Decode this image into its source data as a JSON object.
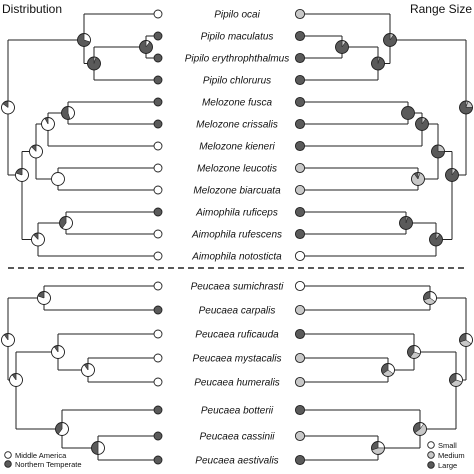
{
  "headers": {
    "left": "Distribution",
    "right": "Range Size"
  },
  "colors": {
    "white": "#ffffff",
    "light_gray": "#c8c8c8",
    "dark_gray": "#5a5a5a",
    "line": "#222222"
  },
  "species": [
    {
      "name": "Pipilo ocai",
      "distribution": "Middle America",
      "range": "Medium"
    },
    {
      "name": "Pipilo maculatus",
      "distribution": "Northern Temperate",
      "range": "Large"
    },
    {
      "name": "Pipilo erythrophthalmus",
      "distribution": "Northern Temperate",
      "range": "Large"
    },
    {
      "name": "Pipilo chlorurus",
      "distribution": "Northern Temperate",
      "range": "Large"
    },
    {
      "name": "Melozone fusca",
      "distribution": "Northern Temperate",
      "range": "Large"
    },
    {
      "name": "Melozone crissalis",
      "distribution": "Northern Temperate",
      "range": "Large"
    },
    {
      "name": "Melozone kieneri",
      "distribution": "Middle America",
      "range": "Large"
    },
    {
      "name": "Melozone leucotis",
      "distribution": "Middle America",
      "range": "Medium"
    },
    {
      "name": "Melozone biarcuata",
      "distribution": "Middle America",
      "range": "Medium"
    },
    {
      "name": "Aimophila ruficeps",
      "distribution": "Northern Temperate",
      "range": "Large"
    },
    {
      "name": "Aimophila rufescens",
      "distribution": "Middle America",
      "range": "Large"
    },
    {
      "name": "Aimophila notosticta",
      "distribution": "Middle America",
      "range": "Small"
    },
    {
      "name": "Peucaea sumichrasti",
      "distribution": "Middle America",
      "range": "Small"
    },
    {
      "name": "Peucaea carpalis",
      "distribution": "Northern Temperate",
      "range": "Medium"
    },
    {
      "name": "Peucaea ruficauda",
      "distribution": "Middle America",
      "range": "Large"
    },
    {
      "name": "Peucaea mystacalis",
      "distribution": "Middle America",
      "range": "Medium"
    },
    {
      "name": "Peucaea humeralis",
      "distribution": "Middle America",
      "range": "Medium"
    },
    {
      "name": "Peucaea botterii",
      "distribution": "Northern Temperate",
      "range": "Large"
    },
    {
      "name": "Peucaea cassinii",
      "distribution": "Northern Temperate",
      "range": "Medium"
    },
    {
      "name": "Peucaea aestivalis",
      "distribution": "Northern Temperate",
      "range": "Large"
    }
  ],
  "legend_left": {
    "items": [
      {
        "label": "Middle America",
        "color": "#ffffff"
      },
      {
        "label": "Northern Temperate",
        "color": "#5a5a5a"
      }
    ]
  },
  "legend_right": {
    "items": [
      {
        "label": "Small",
        "color": "#ffffff"
      },
      {
        "label": "Medium",
        "color": "#c8c8c8"
      },
      {
        "label": "Large",
        "color": "#5a5a5a"
      }
    ]
  }
}
